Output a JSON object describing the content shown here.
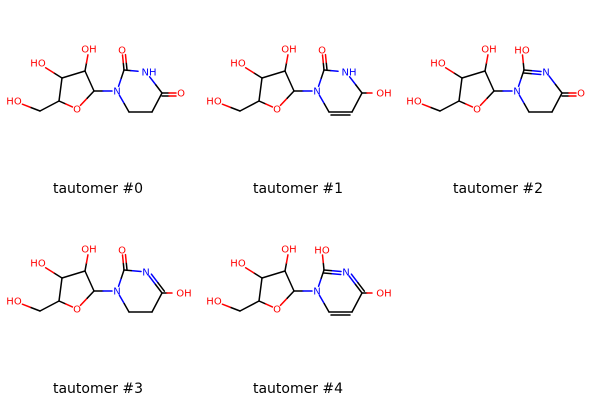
{
  "colors": {
    "carbon_bond": "#000000",
    "oxygen": "#ff0000",
    "nitrogen": "#0000ff",
    "caption_text": "#000000",
    "background": "#ffffff"
  },
  "atom_labels": {
    "hydroxyl": "OH",
    "hydroxyl_left": "HO",
    "ring_oxygen": "O",
    "carbonyl_oxygen": "O",
    "nitrogen": "N",
    "nitrogen_h": "NH",
    "enol_hydroxyl": "OH"
  },
  "tautomers": [
    {
      "caption": "tautomer #0",
      "variant": 0
    },
    {
      "caption": "tautomer #1",
      "variant": 1
    },
    {
      "caption": "tautomer #2",
      "variant": 2
    },
    {
      "caption": "tautomer #3",
      "variant": 3
    },
    {
      "caption": "tautomer #4",
      "variant": 4
    }
  ]
}
